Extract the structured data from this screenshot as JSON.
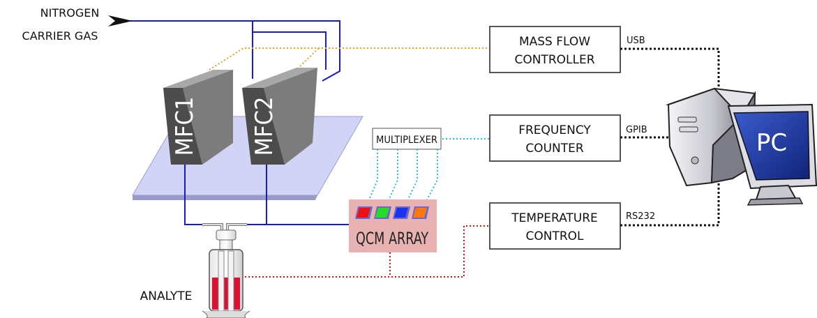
{
  "source": {
    "line1": "NITROGEN",
    "line2": "CARRIER GAS"
  },
  "mfc": [
    {
      "label": "MFC1"
    },
    {
      "label": "MFC2"
    }
  ],
  "multiplexer": {
    "label": "MULTIPLEXER"
  },
  "qcm": {
    "label": "QCM ARRAY",
    "sensor_colors": [
      "#ee1111",
      "#22dd22",
      "#1a33ee",
      "#ff7711"
    ]
  },
  "analyte": {
    "label": "ANALYTE",
    "color": "#ee1111"
  },
  "devices": {
    "mass_flow": {
      "line1": "MASS FLOW",
      "line2": "CONTROLLER",
      "port": "USB"
    },
    "frequency": {
      "line1": "FREQUENCY",
      "line2": "COUNTER",
      "port": "GPIB"
    },
    "temperature": {
      "line1": "TEMPERATURE",
      "line2": "CONTROL",
      "port": "RS232"
    }
  },
  "pc": {
    "label": "PC"
  },
  "colors": {
    "gas_line": "#1a1acc",
    "usb_link": "#e0a020",
    "signal_link": "#22bbdd",
    "temp_link": "#cc1111",
    "pc_link": "#111111"
  }
}
